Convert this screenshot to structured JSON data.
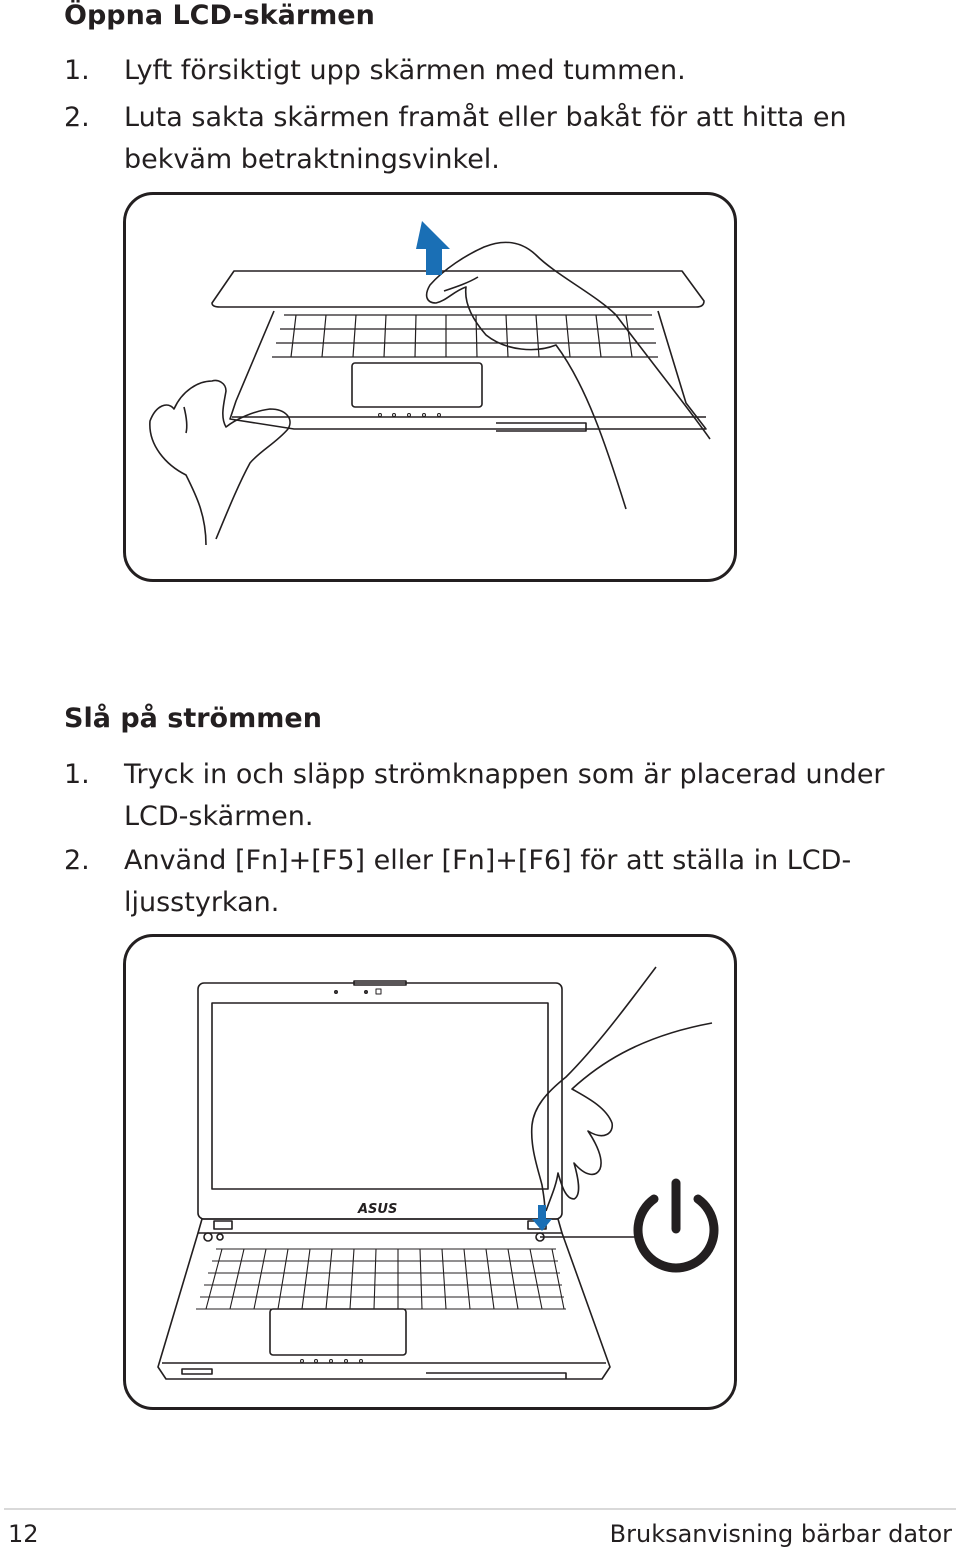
{
  "section1": {
    "heading": "Öppna LCD-skärmen",
    "steps": [
      {
        "num": "1.",
        "text": "Lyft försiktigt upp skärmen med tummen."
      },
      {
        "num": "2.",
        "text": "Luta sakta skärmen framåt eller bakåt för att hitta en bekväm betraktningsvinkel."
      }
    ]
  },
  "section2": {
    "heading": "Slå på strömmen",
    "steps": [
      {
        "num": "1.",
        "text": "Tryck in och släpp strömknappen som är placerad under LCD-skärmen."
      },
      {
        "num": "2.",
        "text": "Använd [Fn]+[F5] eller [Fn]+[F6] för att ställa in LCD-ljusstyrkan."
      }
    ]
  },
  "figure2": {
    "logo_text": "ASUS"
  },
  "footer": {
    "page_number": "12",
    "title": "Bruksanvisning bärbar dator"
  },
  "colors": {
    "arrow": "#1a6fb5",
    "line": "#231f20"
  }
}
